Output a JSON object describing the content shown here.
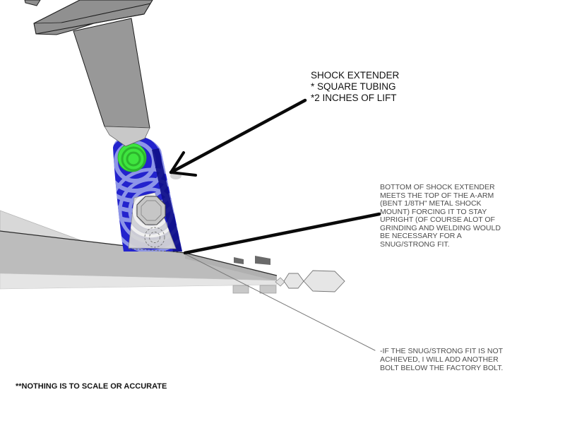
{
  "colors": {
    "extender_blue": "#2323cd",
    "ripple_blue": "#9aa2eb",
    "mount_hole_green": "#3fe53f",
    "green_ring": "#2db52d",
    "navy_edge": "#10108a",
    "metal_gray": "#909090",
    "arm_gray": "#bcbcbc",
    "ink_black": "#0a0a0a",
    "note_gray": "#4d4d4d"
  },
  "annotations": {
    "shock_extender_label": {
      "lines": [
        "SHOCK EXTENDER",
        "* SQUARE TUBING",
        "*2 INCHES OF LIFT"
      ]
    },
    "mount_note": {
      "lines": [
        "BOTTOM OF SHOCK EXTENDER",
        "MEETS THE TOP OF THE A-ARM",
        "(BENT 1/8TH\" METAL SHOCK",
        "MOUNT) FORCING IT TO STAY",
        "UPRIGHT (OF COURSE ALOT OF",
        "GRINDING AND WELDING WOULD",
        "BE NECESSARY FOR A",
        "SNUG/STRONG FIT."
      ]
    },
    "bolt_note": {
      "lines": [
        "-IF THE SNUG/STRONG FIT IS NOT",
        "ACHIEVED, I WILL ADD ANOTHER",
        "BOLT BELOW THE FACTORY BOLT."
      ]
    },
    "disclaimer": "**NOTHING IS TO SCALE OR ACCURATE"
  }
}
